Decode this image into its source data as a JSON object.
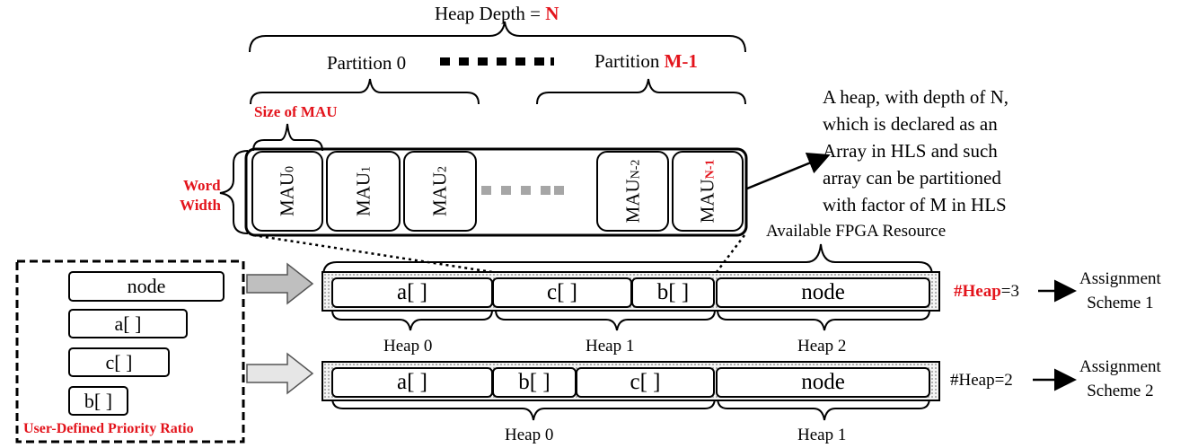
{
  "heap_depth": {
    "prefix": "Heap Depth = ",
    "value": "N"
  },
  "partitions": {
    "first": "Partition 0",
    "last_prefix": "Partition ",
    "last_value": "M-1"
  },
  "mau_size_label": "Size of MAU",
  "word_width_label": {
    "line1": "Word",
    "line2": "Width"
  },
  "mau_cells": [
    {
      "base": "MAU",
      "sub": "0"
    },
    {
      "base": "MAU",
      "sub": "1"
    },
    {
      "base": "MAU",
      "sub": "2"
    },
    {
      "base": "MAU",
      "sub": "N-2"
    },
    {
      "base": "MAU",
      "sub": "N-1"
    }
  ],
  "annotation": [
    "A heap, with depth of N,",
    "which is declared as an",
    "Array in HLS and such",
    "array can be partitioned",
    "with factor of M in HLS"
  ],
  "fpga_label": "Available FPGA Resource",
  "priority_list": {
    "items": [
      "node",
      "a[ ]",
      "c[ ]",
      "b[ ]"
    ],
    "caption": "User-Defined Priority Ratio"
  },
  "scheme1": {
    "cells": [
      "a[ ]",
      "c[ ]",
      "b[ ]",
      "node"
    ],
    "heaps": [
      "Heap 0",
      "Heap 1",
      "Heap 2"
    ],
    "count_label": "#Heap",
    "count_value": "=3",
    "assignment": [
      "Assignment",
      "Scheme 1"
    ]
  },
  "scheme2": {
    "cells": [
      "a[ ]",
      "b[ ]",
      "c[ ]",
      "node"
    ],
    "heaps": [
      "Heap 0",
      "Heap 1"
    ],
    "count_label": "#Heap=2",
    "assignment": [
      "Assignment",
      "Scheme 2"
    ]
  },
  "colors": {
    "accent_red": "#e3141c",
    "node_fill": "#d9dde6",
    "gray_dots": "#a6a6a6"
  }
}
